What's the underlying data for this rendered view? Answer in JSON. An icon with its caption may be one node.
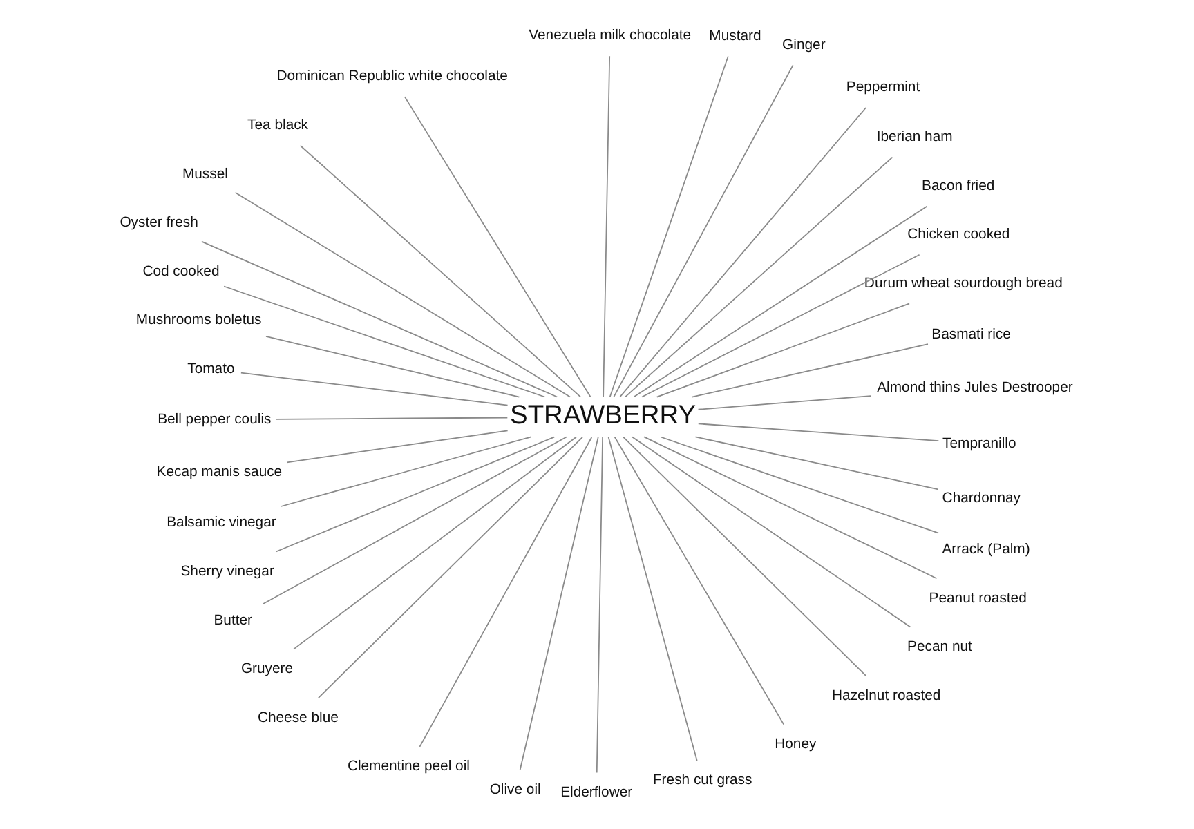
{
  "diagram": {
    "nodes": [
      {
        "text": [
          "STRAWBERRY"
        ]
      },
      {
        "text": [
          "Almond thins Jules Destrooper"
        ]
      },
      {
        "text": [
          "Basmati rice"
        ]
      },
      {
        "text": [
          "Durum wheat sourdough bread"
        ]
      },
      {
        "text": [
          "Chicken cooked"
        ]
      },
      {
        "text": [
          "Bacon fried"
        ]
      },
      {
        "text": [
          "Iberian ham"
        ]
      },
      {
        "text": [
          "Peppermint"
        ]
      },
      {
        "text": [
          "Ginger"
        ]
      },
      {
        "text": [
          "Mustard"
        ]
      },
      {
        "text": [
          "Venezuela milk chocolate"
        ]
      },
      {
        "text": [
          "Dominican Republic white chocolate"
        ]
      },
      {
        "text": [
          "Tea black"
        ]
      },
      {
        "text": [
          "Mussel"
        ]
      },
      {
        "text": [
          "Oyster fresh"
        ]
      },
      {
        "text": [
          "Cod cooked"
        ]
      },
      {
        "text": [
          "Mushrooms boletus"
        ]
      },
      {
        "text": [
          "Tomato"
        ]
      },
      {
        "text": [
          "Bell pepper coulis"
        ]
      },
      {
        "text": [
          "Kecap manis sauce"
        ]
      },
      {
        "text": [
          "Balsamic vinegar"
        ]
      },
      {
        "text": [
          "Sherry vinegar"
        ]
      },
      {
        "text": [
          "Butter"
        ]
      },
      {
        "text": [
          "Gruyere"
        ]
      },
      {
        "text": [
          "Cheese blue"
        ]
      },
      {
        "text": [
          "Clementine peel oil"
        ]
      },
      {
        "text": [
          "Olive oil"
        ]
      },
      {
        "text": [
          "Elderflower"
        ]
      },
      {
        "text": [
          "Fresh cut grass"
        ]
      },
      {
        "text": [
          "Honey"
        ]
      },
      {
        "text": [
          "Hazelnut roasted"
        ]
      },
      {
        "text": [
          "Pecan nut"
        ]
      },
      {
        "text": [
          "Peanut roasted"
        ]
      },
      {
        "text": [
          "Arrack (Palm)"
        ]
      },
      {
        "text": [
          "Chardonnay"
        ]
      },
      {
        "text": [
          "Tempranillo"
        ]
      }
    ],
    "edges": [
      {
        "from": 0,
        "to": 1,
        "arrow": "none"
      },
      {
        "from": 0,
        "to": 2,
        "arrow": "none"
      },
      {
        "from": 0,
        "to": 3,
        "arrow": "none"
      },
      {
        "from": 0,
        "to": 4,
        "arrow": "none"
      },
      {
        "from": 0,
        "to": 5,
        "arrow": "none"
      },
      {
        "from": 0,
        "to": 6,
        "arrow": "none"
      },
      {
        "from": 0,
        "to": 7,
        "arrow": "none"
      },
      {
        "from": 0,
        "to": 8,
        "arrow": "none"
      },
      {
        "from": 0,
        "to": 9,
        "arrow": "none"
      },
      {
        "from": 0,
        "to": 10,
        "arrow": "none"
      },
      {
        "from": 0,
        "to": 11,
        "arrow": "none"
      },
      {
        "from": 0,
        "to": 12,
        "arrow": "none"
      },
      {
        "from": 0,
        "to": 13,
        "arrow": "none"
      },
      {
        "from": 0,
        "to": 14,
        "arrow": "none"
      },
      {
        "from": 0,
        "to": 15,
        "arrow": "none"
      },
      {
        "from": 0,
        "to": 16,
        "arrow": "none"
      },
      {
        "from": 0,
        "to": 17,
        "arrow": "none"
      },
      {
        "from": 0,
        "to": 18,
        "arrow": "none"
      },
      {
        "from": 0,
        "to": 19,
        "arrow": "none"
      },
      {
        "from": 0,
        "to": 20,
        "arrow": "none"
      },
      {
        "from": 0,
        "to": 21,
        "arrow": "none"
      },
      {
        "from": 0,
        "to": 22,
        "arrow": "none"
      },
      {
        "from": 0,
        "to": 23,
        "arrow": "none"
      },
      {
        "from": 0,
        "to": 24,
        "arrow": "none"
      },
      {
        "from": 0,
        "to": 25,
        "arrow": "none"
      },
      {
        "from": 0,
        "to": 26,
        "arrow": "none"
      },
      {
        "from": 0,
        "to": 27,
        "arrow": "none"
      },
      {
        "from": 0,
        "to": 28,
        "arrow": "none"
      },
      {
        "from": 0,
        "to": 29,
        "arrow": "none"
      },
      {
        "from": 0,
        "to": 30,
        "arrow": "none"
      },
      {
        "from": 0,
        "to": 31,
        "arrow": "none"
      },
      {
        "from": 0,
        "to": 32,
        "arrow": "none"
      },
      {
        "from": 0,
        "to": 33,
        "arrow": "none"
      },
      {
        "from": 0,
        "to": 34,
        "arrow": "none"
      },
      {
        "from": 0,
        "to": 35,
        "arrow": "none"
      }
    ]
  }
}
